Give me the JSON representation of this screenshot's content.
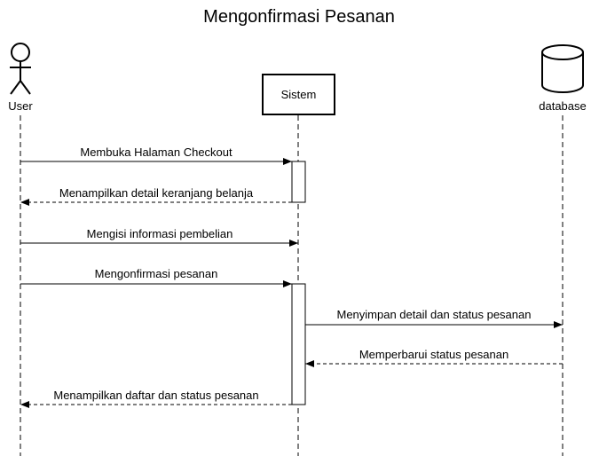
{
  "title": "Mengonfirmasi Pesanan",
  "participants": {
    "user": {
      "label": "User",
      "icon": "stick-figure-icon"
    },
    "sistem": {
      "label": "Sistem"
    },
    "database": {
      "label": "database",
      "icon": "database-cylinder-icon"
    }
  },
  "messages": [
    {
      "label": "Membuka Halaman Checkout",
      "from": "user",
      "to": "sistem",
      "style": "solid"
    },
    {
      "label": "Menampilkan detail keranjang belanja",
      "from": "sistem",
      "to": "user",
      "style": "dashed"
    },
    {
      "label": "Mengisi informasi pembelian",
      "from": "user",
      "to": "sistem",
      "style": "solid"
    },
    {
      "label": "Mengonfirmasi pesanan",
      "from": "user",
      "to": "sistem",
      "style": "solid"
    },
    {
      "label": "Menyimpan detail dan status pesanan",
      "from": "sistem",
      "to": "database",
      "style": "solid"
    },
    {
      "label": "Memperbarui status pesanan",
      "from": "database",
      "to": "sistem",
      "style": "dashed"
    },
    {
      "label": "Menampilkan daftar dan status pesanan",
      "from": "sistem",
      "to": "user",
      "style": "dashed"
    }
  ]
}
